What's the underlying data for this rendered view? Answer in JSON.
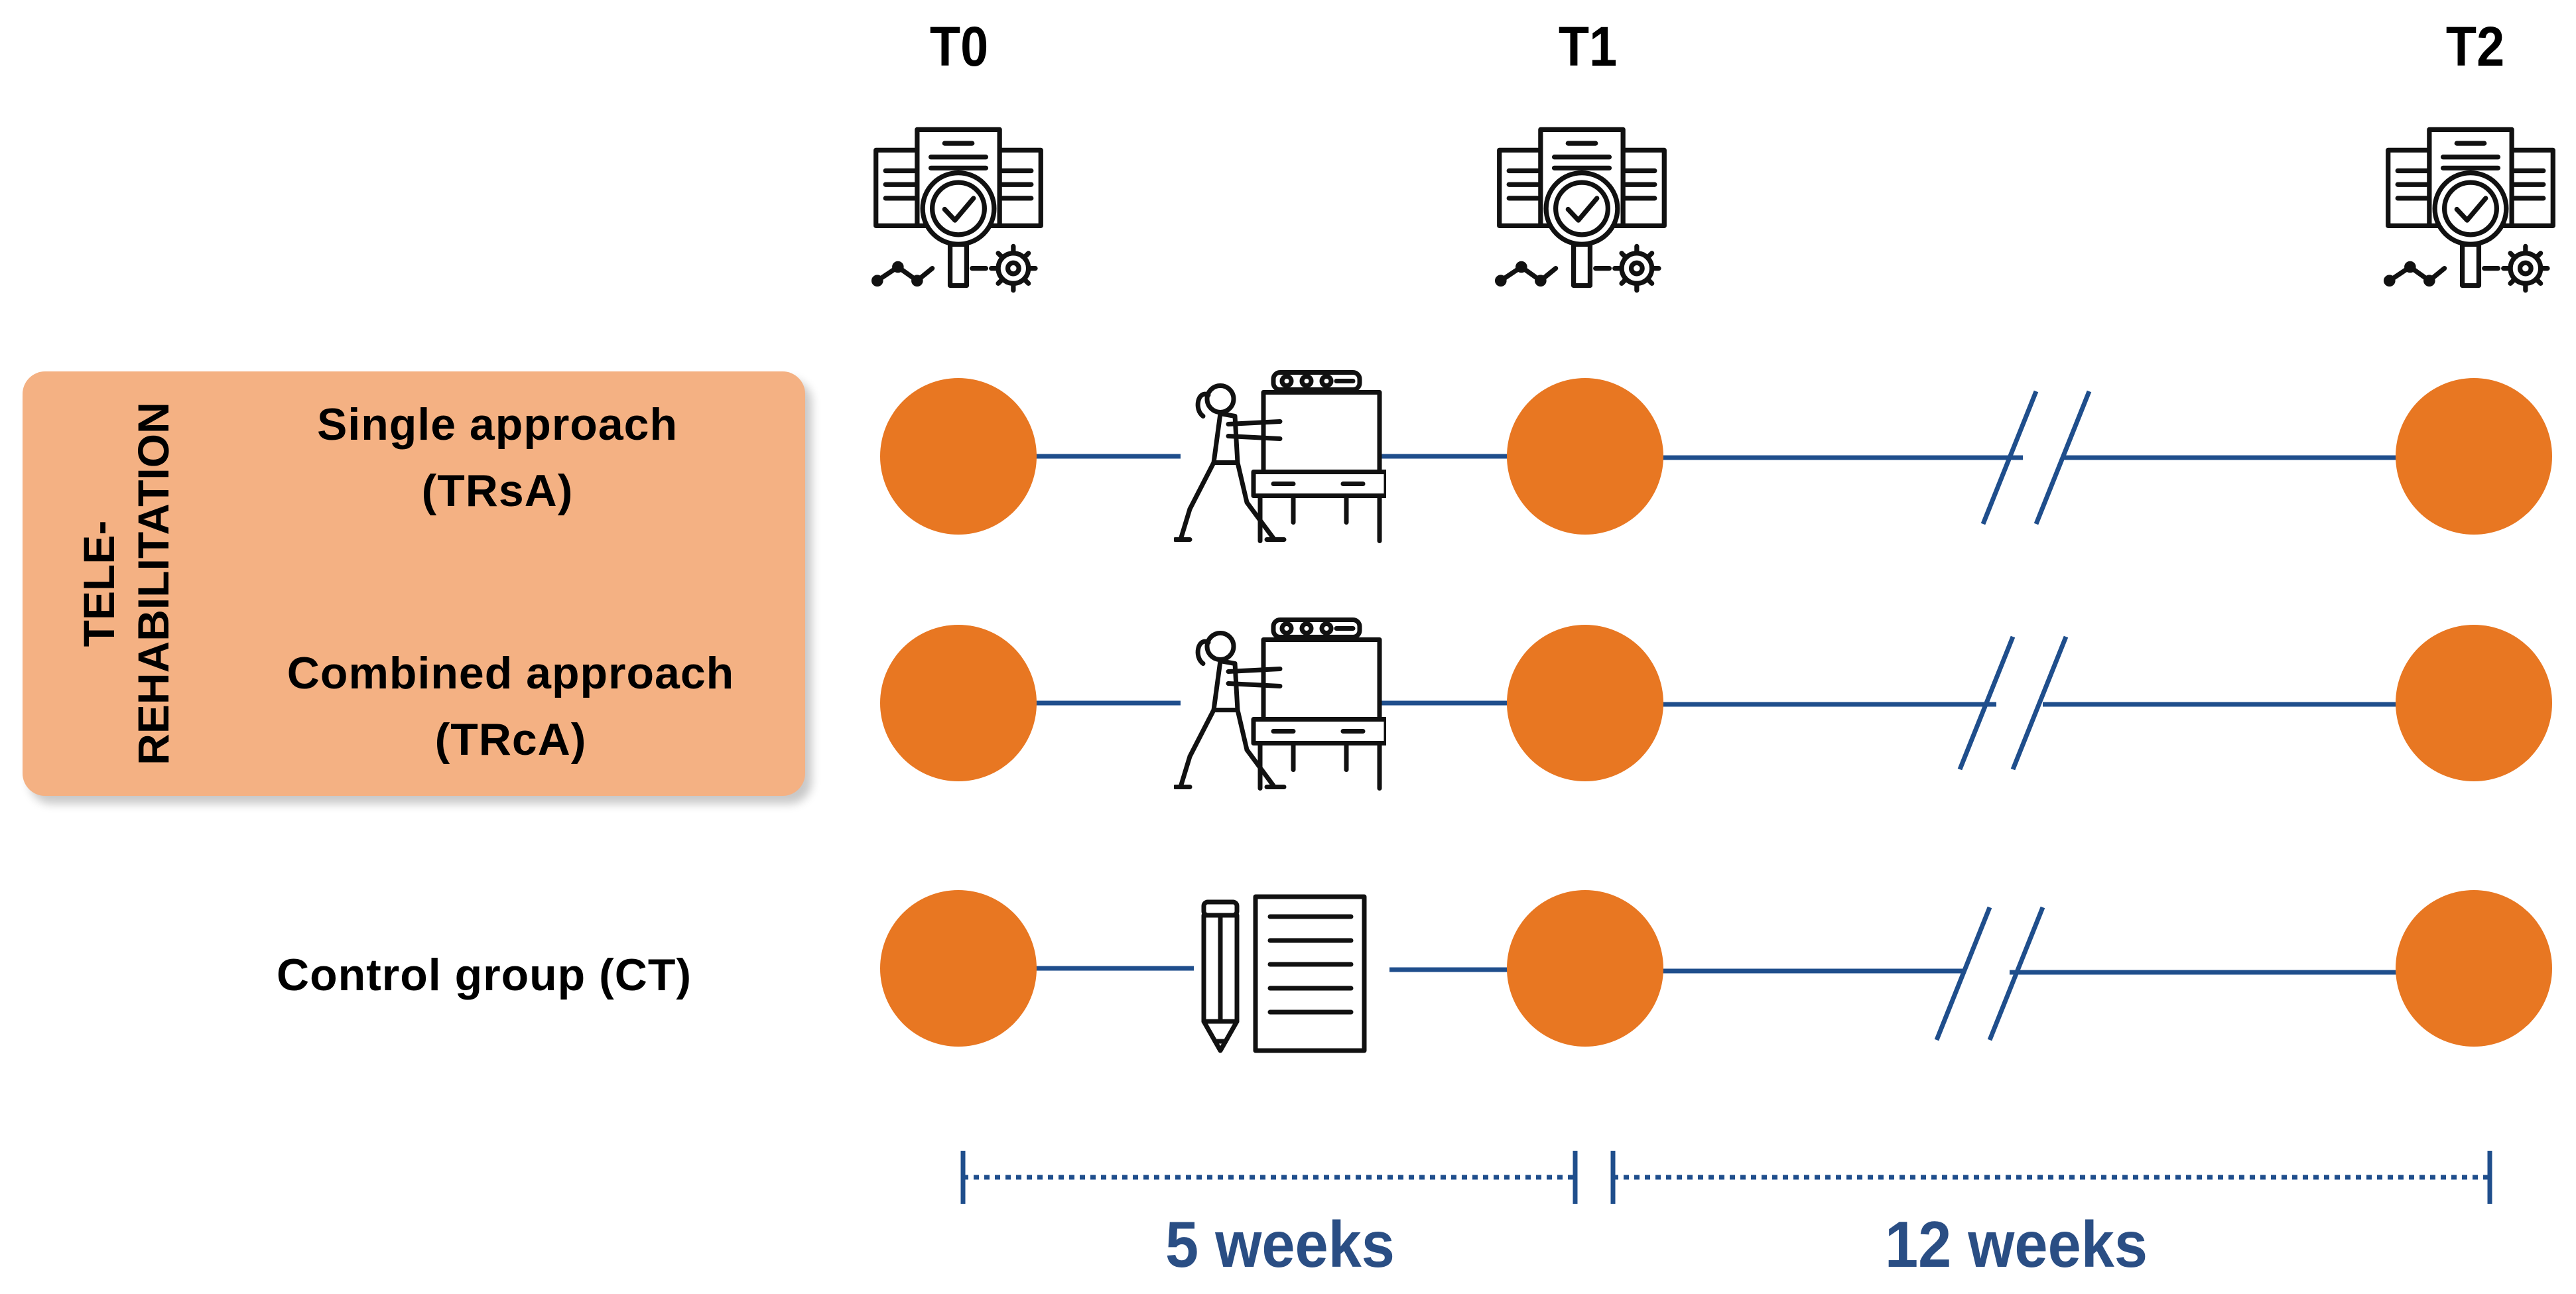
{
  "timepoints": [
    {
      "label": "T0"
    },
    {
      "label": "T1"
    },
    {
      "label": "T2"
    }
  ],
  "telerehab_label": {
    "line1": "TELE-",
    "line2": "REHABILITATION"
  },
  "groups": [
    {
      "line1": "Single approach",
      "line2": "(TRsA)",
      "intervention_icon": "exergame-player-icon"
    },
    {
      "line1": "Combined approach",
      "line2": "(TRcA)",
      "intervention_icon": "exergame-player-icon"
    },
    {
      "line1": "Control group (CT)",
      "line2": "",
      "intervention_icon": "pencil-worksheet-icon"
    }
  ],
  "assessment_icon": "assessment-documents-icon",
  "durations": [
    {
      "label": "5 weeks"
    },
    {
      "label": "12 weeks"
    }
  ],
  "colors": {
    "node": "#e87722",
    "line": "#1f4e8c",
    "box": "#f4b183",
    "duration_text": "#2a4e84"
  }
}
